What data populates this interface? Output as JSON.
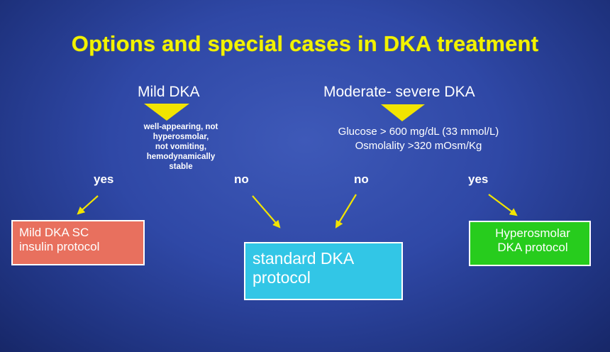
{
  "title": "Options and special cases in DKA treatment",
  "mild": {
    "heading": "Mild DKA",
    "criteria": [
      "well-appearing, not",
      "hyperosmolar,",
      "not vomiting,",
      "hemodynamically",
      "stable"
    ]
  },
  "moderate": {
    "heading": "Moderate- severe DKA",
    "criteria": [
      "Glucose > 600 mg/dL (33 mmol/L)",
      "Osmolality >320 mOsm/Kg"
    ]
  },
  "answers": {
    "mild_yes": "yes",
    "mild_no": "no",
    "moderate_no": "no",
    "moderate_yes": "yes"
  },
  "outcomes": {
    "mild_protocol": [
      "Mild DKA SC",
      "insulin protocol"
    ],
    "standard_protocol": [
      "standard DKA",
      "protocol"
    ],
    "hyperosmolar_protocol": [
      "Hyperosmolar",
      "DKA protocol"
    ]
  },
  "colors": {
    "title": "#f2f200",
    "triangle": "#f2e400",
    "arrow": "#f2e400",
    "mild_box": "#e8705e",
    "standard_box": "#32c6e6",
    "hyperosmolar_box": "#27cc1d"
  }
}
